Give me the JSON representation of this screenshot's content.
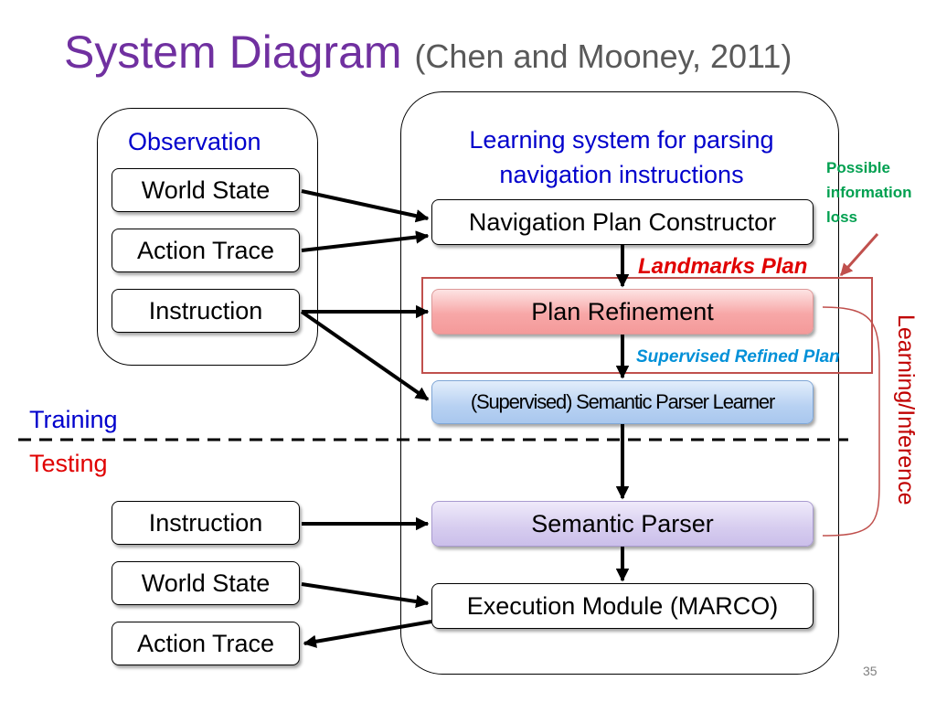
{
  "title": {
    "main": "System Diagram",
    "citation": "(Chen and Mooney, 2011)"
  },
  "observation": {
    "heading": "Observation",
    "world_state": "World State",
    "action_trace": "Action Trace",
    "instruction": "Instruction"
  },
  "learning_system": {
    "heading_line1": "Learning system for parsing",
    "heading_line2": "navigation instructions",
    "nav_plan_constructor": "Navigation Plan Constructor",
    "landmarks_plan": "Landmarks Plan",
    "plan_refinement": "Plan Refinement",
    "supervised_refined_plan": "Supervised Refined Plan",
    "semantic_parser_learner": "(Supervised) Semantic Parser Learner",
    "semantic_parser": "Semantic Parser",
    "execution_module": "Execution Module (MARCO)"
  },
  "annotations": {
    "possible_loss_line1": "Possible",
    "possible_loss_line2": "information",
    "possible_loss_line3": "loss",
    "learning_inference": "Learning/Inference"
  },
  "phases": {
    "training": "Training",
    "testing": "Testing"
  },
  "testing_inputs": {
    "instruction": "Instruction",
    "world_state": "World State",
    "action_trace": "Action Trace"
  },
  "slide_number": "35",
  "colors": {
    "title": "#7030a0",
    "citation": "#595959",
    "blue_text": "#0000cc",
    "red_text": "#e00000",
    "green_text": "#00a050",
    "cyan_text": "#0090d8",
    "dark_red": "#c00000",
    "highlight_border": "#c0504d"
  }
}
